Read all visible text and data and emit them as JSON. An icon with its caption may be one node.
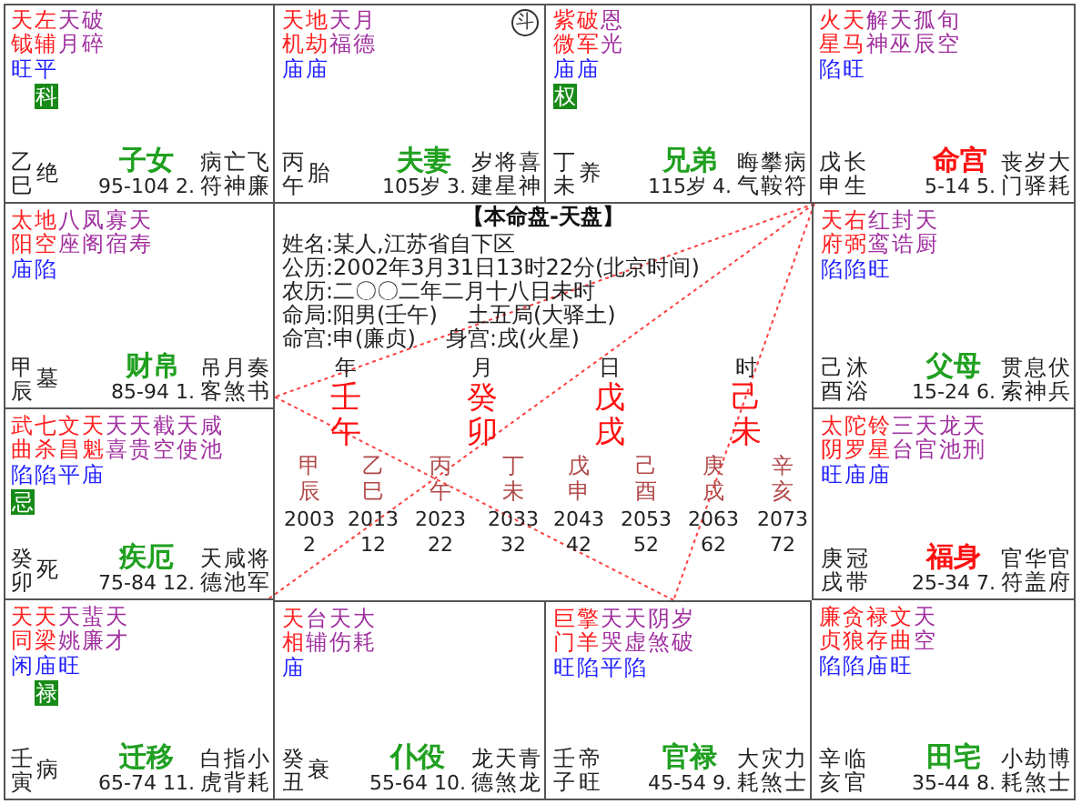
{
  "diagram": {
    "nodes": [
      {
        "text": [
          "天钺",
          "左辅",
          "天月",
          "破碎",
          "旺平",
          "乙巳",
          "绝",
          "子女",
          "95-104 2.",
          "病符",
          "亡神",
          "飞廉"
        ]
      },
      {
        "text": [
          "天机",
          "地劫",
          "天福",
          "月德",
          "庙庙",
          "丙午",
          "胎",
          "夫妻",
          "105岁 3.",
          "岁建",
          "将星",
          "喜神"
        ]
      },
      {
        "text": [
          "紫微",
          "破军",
          "恩光",
          "庙庙",
          "丁未",
          "养",
          "兄弟",
          "115岁 4.",
          "晦气",
          "攀鞍",
          "病符"
        ]
      },
      {
        "text": [
          "火星",
          "天马",
          "解神",
          "天巫",
          "孤辰",
          "旬空",
          "陷旺",
          "戊申",
          "长生",
          "命宫",
          "5-14 5.",
          "丧门",
          "岁驿",
          "大耗"
        ]
      },
      {
        "text": [
          "太阳",
          "地空",
          "八座",
          "凤阁",
          "寡宿",
          "天寿",
          "庙陷",
          "甲辰",
          "墓",
          "财帛",
          "85-94 1.",
          "吊客",
          "月煞",
          "奏书"
        ]
      },
      {
        "text": [
          "天府",
          "右弼",
          "红鸾",
          "封诰",
          "天厨",
          "陷陷旺",
          "己酉",
          "沐浴",
          "父母",
          "15-24 6.",
          "贯索",
          "息神",
          "伏兵"
        ]
      },
      {
        "text": [
          "武曲",
          "七杀",
          "文昌",
          "天魁",
          "天喜",
          "天贵",
          "截空",
          "天使",
          "咸池",
          "陷陷平庙",
          "癸卯",
          "死",
          "疾厄",
          "75-84 12.",
          "天德",
          "咸池",
          "将军"
        ]
      },
      {
        "text": [
          "太阴",
          "陀罗",
          "铃星",
          "三台",
          "天官",
          "龙池",
          "天刑",
          "旺庙庙",
          "庚戌",
          "冠带",
          "福身",
          "25-34 7.",
          "官符",
          "华盖",
          "官府"
        ]
      },
      {
        "text": [
          "天同",
          "天梁",
          "天姚",
          "蜚廉",
          "天才",
          "闲庙旺",
          "壬寅",
          "病",
          "迁移",
          "65-74 11.",
          "白虎",
          "指背",
          "小耗"
        ]
      },
      {
        "text": [
          "天相",
          "台辅",
          "天伤",
          "大耗",
          "庙",
          "癸丑",
          "衰",
          "仆役",
          "55-64 10.",
          "龙德",
          "天煞",
          "青龙"
        ]
      },
      {
        "text": [
          "巨门",
          "擎羊",
          "天哭",
          "天虚",
          "阴煞",
          "岁破",
          "旺陷平陷",
          "壬子",
          "帝旺",
          "官禄",
          "45-54 9.",
          "大耗",
          "灾煞",
          "力士"
        ]
      },
      {
        "text": [
          "廉贞",
          "贪狼",
          "禄存",
          "文曲",
          "天空",
          "陷陷庙旺",
          "辛亥",
          "临官",
          "田宅",
          "35-44 8.",
          "小耗",
          "劫煞",
          "博士"
        ]
      },
      {
        "in": 0,
        "text": [
          "科"
        ]
      },
      {
        "in": 1,
        "text": [
          "斗"
        ]
      },
      {
        "in": 2,
        "text": [
          "权"
        ]
      },
      {
        "in": 6,
        "text": [
          "忌"
        ]
      },
      {
        "in": 8,
        "text": [
          "禄"
        ]
      }
    ],
    "edges": [
      {
        "from": 3,
        "to": 4,
        "arrow": "none",
        "style": "dashed",
        "color": "#ff4040"
      },
      {
        "from": 3,
        "to": 10,
        "arrow": "none",
        "style": "dashed",
        "color": "#ff4040"
      },
      {
        "from": 4,
        "to": 10,
        "arrow": "none",
        "style": "dashed",
        "color": "#ff4040"
      },
      {
        "from": 3,
        "to": 8,
        "arrow": "none",
        "style": "dashed",
        "color": "#ff4040"
      }
    ],
    "labels": [
      "【本命盘-天盘】",
      "姓名:某人,江苏省自下区",
      "公历:2002年3月31日13时22分(北京时间)",
      "农历:二〇〇二年二月十八日未时",
      "命局:阳男(壬午)",
      "土五局(大驿土)",
      "命宫:申(廉贞)",
      "身宫:戌(火星)",
      "年",
      "月",
      "日",
      "时",
      "壬午",
      "癸卯",
      "戊戌",
      "己未",
      "甲辰",
      "乙巳",
      "丙午",
      "丁未",
      "戊申",
      "己酉",
      "庚戌",
      "辛亥",
      "2003",
      "2013",
      "2023",
      "2033",
      "2043",
      "2053",
      "2063",
      "2073",
      "2",
      "12",
      "22",
      "32",
      "42",
      "52",
      "62",
      "72"
    ]
  }
}
